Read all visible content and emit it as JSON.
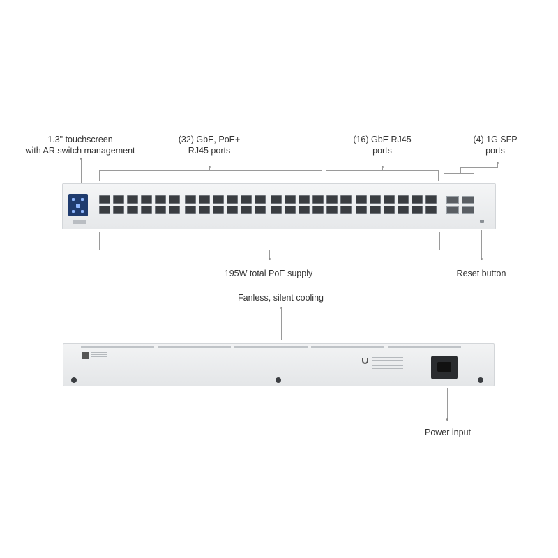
{
  "callouts": {
    "touchscreen": [
      "1.3\" touchscreen",
      "with AR switch management"
    ],
    "poe_ports": [
      "(32) GbE, PoE+",
      "RJ45 ports"
    ],
    "rj45_ports": [
      "(16) GbE RJ45",
      "ports"
    ],
    "sfp_ports": [
      "(4) 1G SFP",
      "ports"
    ],
    "poe_supply": "195W total PoE supply",
    "reset": "Reset button",
    "cooling": "Fanless, silent cooling",
    "power": "Power input"
  }
}
